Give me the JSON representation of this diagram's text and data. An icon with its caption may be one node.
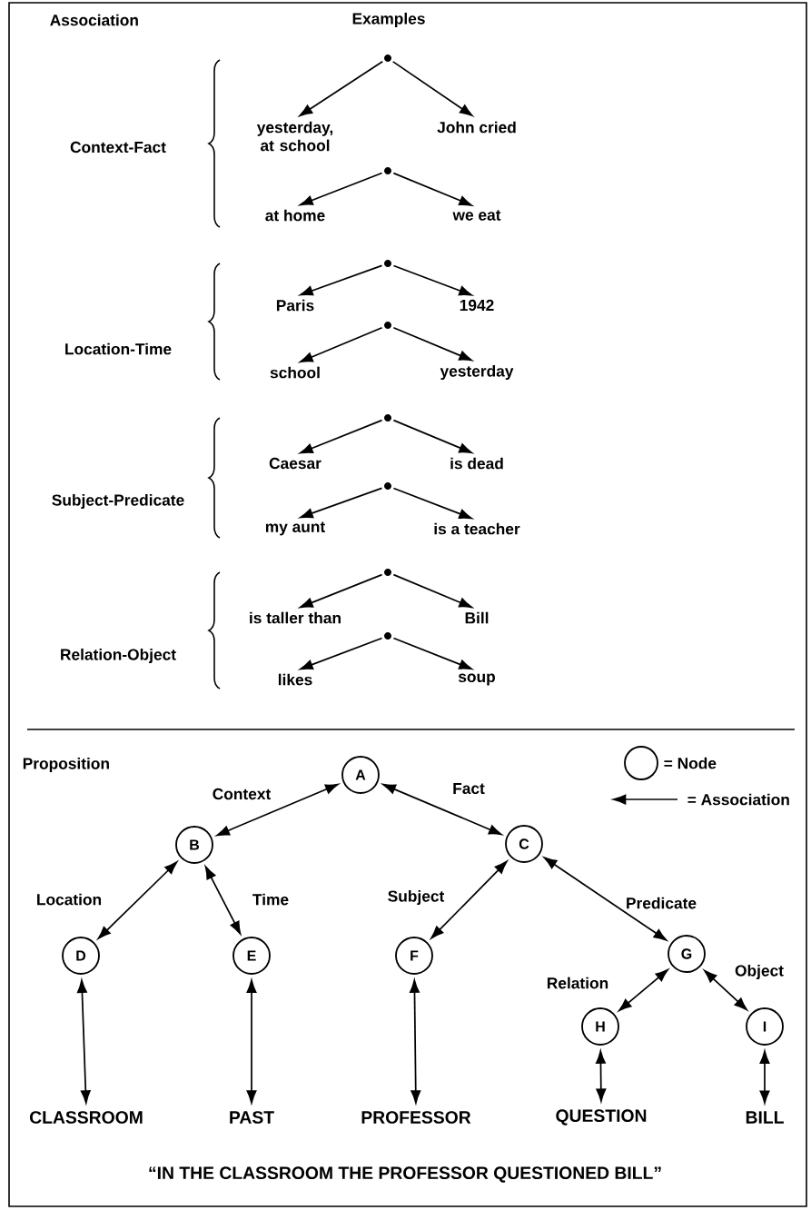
{
  "diagram": {
    "caption": "“IN THE CLASSROOM THE PROFESSOR QUESTIONED BILL”",
    "nodes": [
      {
        "text": [],
        "shape": "dot"
      },
      {
        "text": [
          "yesterday, at school"
        ]
      },
      {
        "text": [
          "John cried"
        ]
      },
      {
        "text": [],
        "shape": "dot"
      },
      {
        "text": [
          "at home"
        ]
      },
      {
        "text": [
          "we eat"
        ]
      },
      {
        "text": [],
        "shape": "dot"
      },
      {
        "text": [
          "Paris"
        ]
      },
      {
        "text": [
          "1942"
        ]
      },
      {
        "text": [],
        "shape": "dot"
      },
      {
        "text": [
          "school"
        ]
      },
      {
        "text": [
          "yesterday"
        ]
      },
      {
        "text": [],
        "shape": "dot"
      },
      {
        "text": [
          "Caesar"
        ]
      },
      {
        "text": [
          "is dead"
        ]
      },
      {
        "text": [],
        "shape": "dot"
      },
      {
        "text": [
          "my aunt"
        ]
      },
      {
        "text": [
          "is a teacher"
        ]
      },
      {
        "text": [],
        "shape": "dot"
      },
      {
        "text": [
          "is taller than"
        ]
      },
      {
        "text": [
          "Bill"
        ]
      },
      {
        "text": [],
        "shape": "dot"
      },
      {
        "text": [
          "likes"
        ]
      },
      {
        "text": [
          "soup"
        ]
      },
      {
        "text": [
          "A"
        ]
      },
      {
        "text": [
          "B"
        ]
      },
      {
        "text": [
          "C"
        ]
      },
      {
        "text": [
          "D"
        ]
      },
      {
        "text": [
          "E"
        ]
      },
      {
        "text": [
          "F"
        ]
      },
      {
        "text": [
          "G"
        ]
      },
      {
        "text": [
          "H"
        ]
      },
      {
        "text": [
          "I"
        ]
      },
      {
        "text": [
          "CLASSROOM"
        ]
      },
      {
        "text": [
          "PAST"
        ]
      },
      {
        "text": [
          "PROFESSOR"
        ]
      },
      {
        "text": [
          "QUESTION"
        ]
      },
      {
        "text": [
          "BILL"
        ]
      }
    ],
    "edges": [
      {
        "from": 0,
        "to": 1,
        "arrow": "to"
      },
      {
        "from": 0,
        "to": 2,
        "arrow": "to"
      },
      {
        "from": 3,
        "to": 4,
        "arrow": "to"
      },
      {
        "from": 3,
        "to": 5,
        "arrow": "to"
      },
      {
        "from": 6,
        "to": 7,
        "arrow": "to"
      },
      {
        "from": 6,
        "to": 8,
        "arrow": "to"
      },
      {
        "from": 9,
        "to": 10,
        "arrow": "to"
      },
      {
        "from": 9,
        "to": 11,
        "arrow": "to"
      },
      {
        "from": 12,
        "to": 13,
        "arrow": "to"
      },
      {
        "from": 12,
        "to": 14,
        "arrow": "to"
      },
      {
        "from": 15,
        "to": 16,
        "arrow": "to"
      },
      {
        "from": 15,
        "to": 17,
        "arrow": "to"
      },
      {
        "from": 18,
        "to": 19,
        "arrow": "to"
      },
      {
        "from": 18,
        "to": 20,
        "arrow": "to"
      },
      {
        "from": 21,
        "to": 22,
        "arrow": "to"
      },
      {
        "from": 21,
        "to": 23,
        "arrow": "to"
      },
      {
        "from": 24,
        "to": 25,
        "arrow": "both",
        "label": "Context"
      },
      {
        "from": 24,
        "to": 26,
        "arrow": "both",
        "label": "Fact"
      },
      {
        "from": 25,
        "to": 27,
        "arrow": "both",
        "label": "Location"
      },
      {
        "from": 25,
        "to": 28,
        "arrow": "both",
        "label": "Time"
      },
      {
        "from": 26,
        "to": 29,
        "arrow": "both",
        "label": "Subject"
      },
      {
        "from": 26,
        "to": 30,
        "arrow": "both",
        "label": "Predicate"
      },
      {
        "from": 30,
        "to": 31,
        "arrow": "both",
        "label": "Relation"
      },
      {
        "from": 30,
        "to": 32,
        "arrow": "both",
        "label": "Object"
      },
      {
        "from": 27,
        "to": 33,
        "arrow": "both"
      },
      {
        "from": 28,
        "to": 34,
        "arrow": "both"
      },
      {
        "from": 29,
        "to": 35,
        "arrow": "both"
      },
      {
        "from": 31,
        "to": 36,
        "arrow": "both"
      },
      {
        "from": 32,
        "to": 37,
        "arrow": "both"
      }
    ],
    "labels": [
      "Association",
      "Examples",
      "Context-Fact",
      "Location-Time",
      "Subject-Predicate",
      "Relation-Object",
      "Proposition"
    ],
    "legend": [
      {
        "text": "= Node"
      },
      {
        "text": "= Association"
      }
    ]
  }
}
